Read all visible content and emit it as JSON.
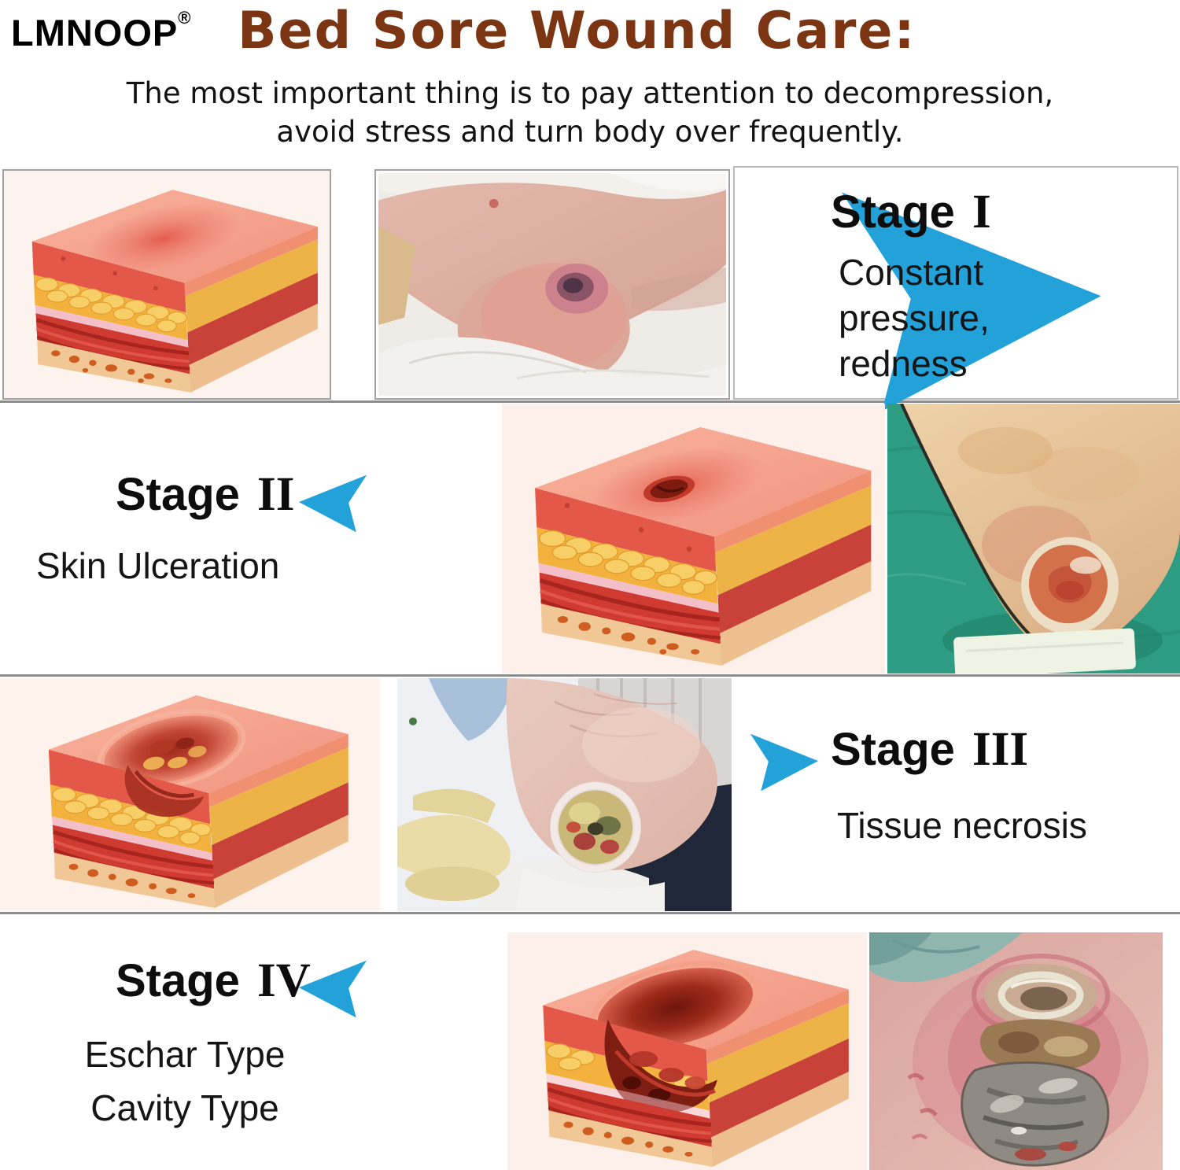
{
  "header": {
    "brand": "LMNOOP",
    "registered_mark": "®",
    "title": "Bed Sore Wound Care:",
    "subtitle_line1": "The most important thing is to pay attention to decompression,",
    "subtitle_line2": "avoid stress and turn body over frequently."
  },
  "stages": [
    {
      "label": "Stage",
      "numeral": "I",
      "arrow_direction": "right",
      "description_lines": [
        "Constant",
        "pressure,",
        "redness"
      ]
    },
    {
      "label": "Stage",
      "numeral": "II",
      "arrow_direction": "left",
      "description_lines": [
        "Skin Ulceration"
      ]
    },
    {
      "label": "Stage",
      "numeral": "III",
      "arrow_direction": "right",
      "description_lines": [
        "Tissue necrosis"
      ]
    },
    {
      "label": "Stage",
      "numeral": "IV",
      "arrow_direction": "left",
      "description_lines": [
        "Eschar Type",
        "Cavity Type"
      ]
    }
  ],
  "images": {
    "stage1_illustration": "skin cross-section with surface redness",
    "stage1_photo": "heel with pressure redness on bed sheet",
    "stage2_illustration": "skin cross-section with shallow ulcer",
    "stage2_photo": "heel ulcer on green surgical drape",
    "stage3_illustration": "skin cross-section with deep crater",
    "stage3_photo": "foot wound with necrotic tissue held by gloved hand",
    "stage4_illustration": "skin cross-section with deep cavity",
    "stage4_photo": "severe eschar wound on skin"
  },
  "colors": {
    "title_brown": "#7c3512",
    "arrow_blue": "#23a2da",
    "border_gray": "#a2a2a2",
    "illustration_background": "#fdf1ec"
  }
}
